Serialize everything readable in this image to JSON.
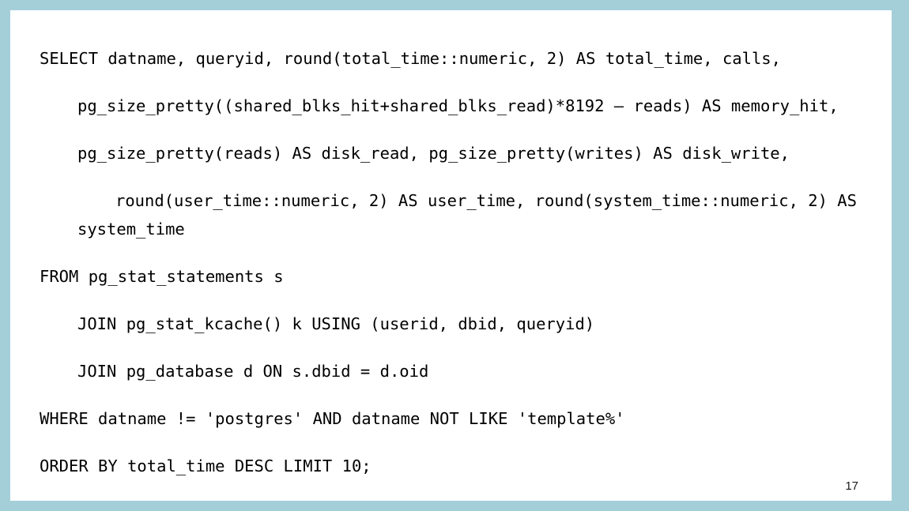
{
  "slide": {
    "border_color": "#a5cfd8",
    "canvas_color": "#ffffff",
    "text_color": "#000000",
    "page_number": "17"
  },
  "code": {
    "language": "sql",
    "lines": [
      {
        "id": "select-clause",
        "indent": false,
        "text": "SELECT datname, queryid, round(total_time::numeric, 2) AS total_time, calls,"
      },
      {
        "id": "memory-hit-expr",
        "indent": true,
        "text": "pg_size_pretty((shared_blks_hit+shared_blks_read)*8192 – reads) AS memory_hit,"
      },
      {
        "id": "disk-read-write-expr",
        "indent": true,
        "text": "pg_size_pretty(reads) AS disk_read, pg_size_pretty(writes) AS disk_write,"
      },
      {
        "id": "user-system-time-expr",
        "indent": true,
        "wrap": true,
        "text": "round(user_time::numeric, 2) AS user_time, round(system_time::numeric, 2) AS system_time"
      },
      {
        "id": "from-clause",
        "indent": false,
        "text": "FROM pg_stat_statements s"
      },
      {
        "id": "join-kcache",
        "indent": true,
        "text": "JOIN pg_stat_kcache() k USING (userid, dbid, queryid)"
      },
      {
        "id": "join-pg-database",
        "indent": true,
        "text": "JOIN pg_database d ON s.dbid = d.oid"
      },
      {
        "id": "where-clause",
        "indent": false,
        "text": "WHERE datname != 'postgres' AND datname NOT LIKE 'template%'"
      },
      {
        "id": "order-by-clause",
        "indent": false,
        "text": "ORDER BY total_time DESC LIMIT 10;"
      }
    ]
  }
}
